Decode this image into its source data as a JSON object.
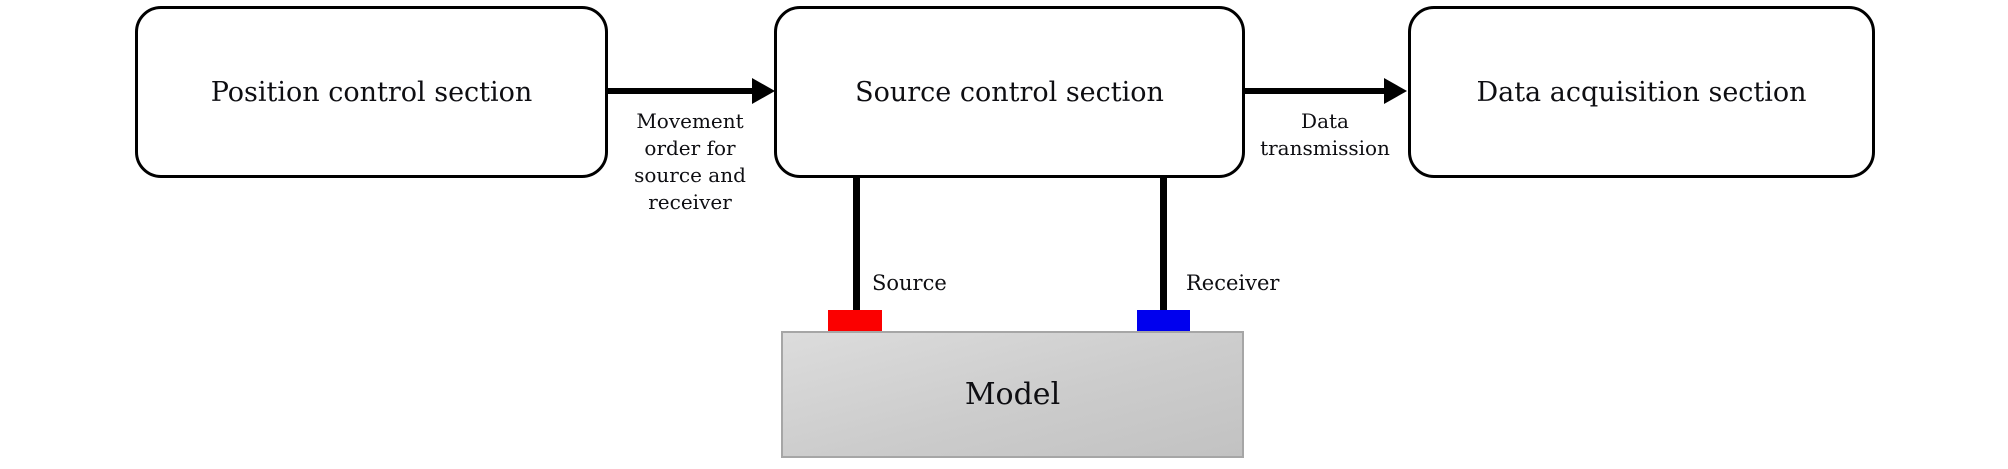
{
  "diagram": {
    "background_color": "#ffffff",
    "line_color": "#000000",
    "boxes": [
      {
        "label": "Position control section"
      },
      {
        "label": "Source control section"
      },
      {
        "label": "Data acquisition section"
      }
    ],
    "arrows": [
      {
        "from": "Position control section",
        "to": "Source control section",
        "label": "Movement\norder for\nsource and\nreceiver"
      },
      {
        "from": "Source control section",
        "to": "Data acquisition section",
        "label": "Data\ntransmission"
      }
    ],
    "probes": [
      {
        "label": "Source",
        "color": "#fb0000"
      },
      {
        "label": "Receiver",
        "color": "#0000ee"
      }
    ],
    "model": {
      "label": "Model",
      "fill_top": "#dcdcdc",
      "fill_bottom": "#c2c2c2",
      "border_color": "#a6a6a6"
    }
  }
}
